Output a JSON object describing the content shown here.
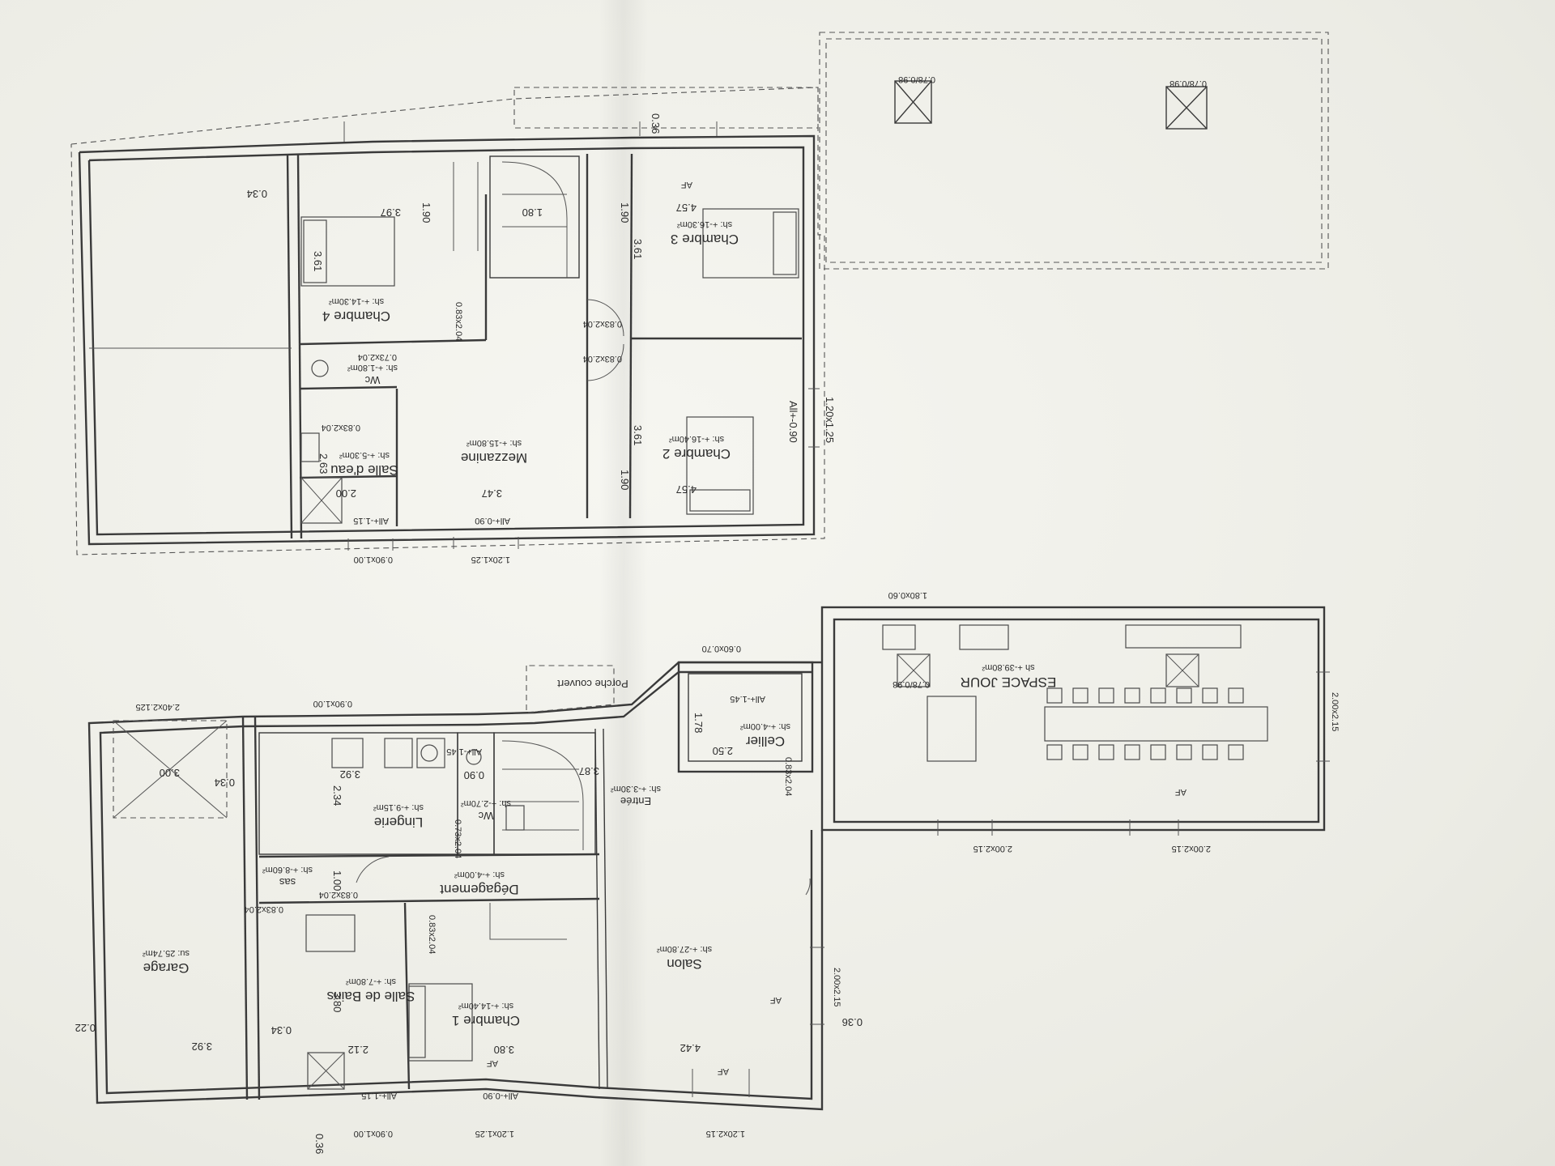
{
  "upper_floor": {
    "rooms": [
      {
        "name": "Chambre 3",
        "area": "sh: +-16.30m²"
      },
      {
        "name": "Chambre 4",
        "area": "sh: +-14.30m²"
      },
      {
        "name": "Wc",
        "area": "sh: +-1.80m²"
      },
      {
        "name": "Salle d'eau",
        "area": "sh: +-5.30m²"
      },
      {
        "name": "Mezzanine",
        "area": "sh: +-15.80m²"
      },
      {
        "name": "Chambre 2",
        "area": "sh: +-16.40m²"
      }
    ],
    "dimensions": [
      "0.36",
      "0.34",
      "3.97",
      "1.90",
      "1.80",
      "1.90",
      "4.57",
      "3.61",
      "3.61",
      "3.61",
      "1.90",
      "4.57",
      "3.47",
      "2.63",
      "2.00",
      "1.20x1.25",
      "All+-0.90",
      "All+-0.90",
      "All+-1.15",
      "0.90x1.00",
      "1.20x1.25"
    ],
    "openings": [
      "0.83x2.04",
      "0.83x2.04",
      "0.83x2.04",
      "0.73x2.04",
      "0.83x2.04",
      "0.78/0.98",
      "0.78/0.98",
      "AF"
    ]
  },
  "ground_floor": {
    "rooms": [
      {
        "name": "ESPACE JOUR",
        "area": "sh +-39.80m²"
      },
      {
        "name": "Cellier",
        "area": "sh: +-4.00m²"
      },
      {
        "name": "Porche couvert",
        "area": ""
      },
      {
        "name": "Entrée",
        "area": "sh: +-3.30m²"
      },
      {
        "name": "Wc",
        "area": "sh: +-2.70m²"
      },
      {
        "name": "Lingerie",
        "area": "sh: +-9.15m²"
      },
      {
        "name": "Dégagement",
        "area": "sh: +-4.00m²"
      },
      {
        "name": "sas",
        "area": "sh: +-8.60m²"
      },
      {
        "name": "Garage",
        "area": "su: 25.74m²"
      },
      {
        "name": "Salon",
        "area": "sh: +-27.80m²"
      },
      {
        "name": "Chambre 1",
        "area": "sh: +-14.40m²"
      },
      {
        "name": "Salle de Bains",
        "area": "sh: +-7.80m²"
      }
    ],
    "dimensions": [
      "1.80x0.60",
      "0.60x0.70",
      "0.90x1.00",
      "2.40x2.125",
      "3.00",
      "0.34",
      "3.92",
      "2.34",
      "1.00",
      "3.87",
      "2.50",
      "1.78",
      "All+-1.45",
      "All+-1.45",
      "0.90",
      "All+-1.15",
      "All+-0.90",
      "2.00x2.15",
      "2.00x2.15",
      "2.00x2.15",
      "2.00x2.15",
      "0.36",
      "0.22",
      "3.92",
      "0.34",
      "3.80",
      "2.12",
      "3.80",
      "4.42",
      "1.20x2.15",
      "1.20x1.25",
      "0.90x1.00",
      "0.36",
      "0.78/0.98"
    ],
    "openings": [
      "0.83x2.04",
      "0.83x2.04",
      "0.73x2.04",
      "0.83x2.04",
      "0.83x2.04",
      "AF",
      "AF",
      "AF",
      "AF"
    ]
  }
}
